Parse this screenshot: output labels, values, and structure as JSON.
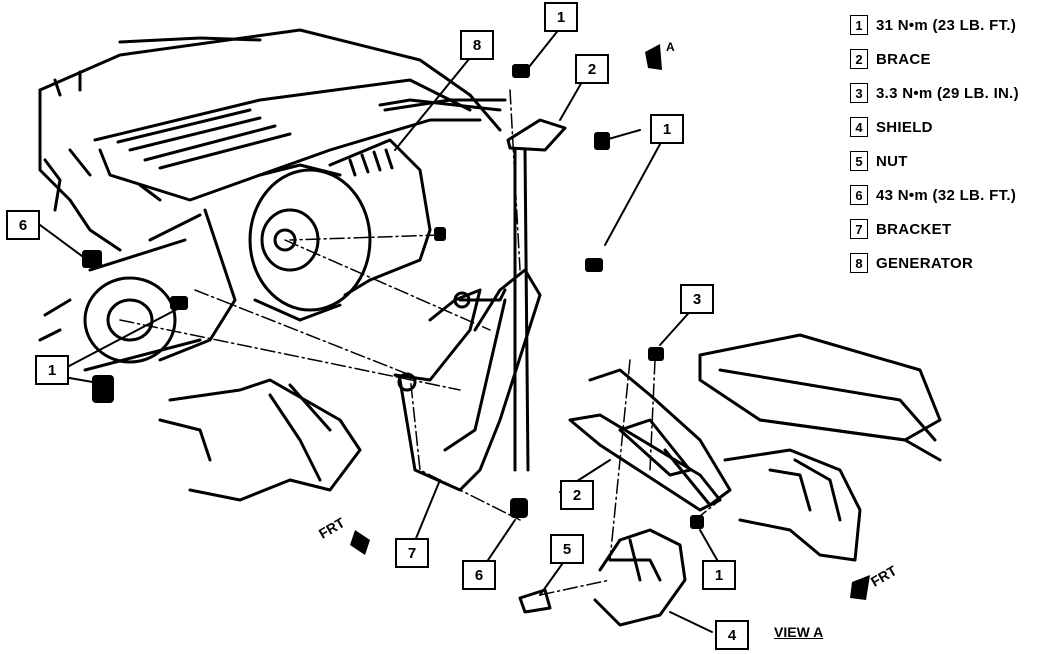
{
  "legend": [
    {
      "num": "1",
      "text": "31 N•m (23 LB. FT.)"
    },
    {
      "num": "2",
      "text": "BRACE"
    },
    {
      "num": "3",
      "text": "3.3 N•m (29 LB. IN.)"
    },
    {
      "num": "4",
      "text": "SHIELD"
    },
    {
      "num": "5",
      "text": "NUT"
    },
    {
      "num": "6",
      "text": "43 N•m (32 LB. FT.)"
    },
    {
      "num": "7",
      "text": "BRACKET"
    },
    {
      "num": "8",
      "text": "GENERATOR"
    }
  ],
  "callouts": {
    "c1_top": "1",
    "c2_top": "2",
    "c1_right": "1",
    "c8": "8",
    "c6_left": "6",
    "c1_left": "1",
    "c3": "3",
    "c2_lower": "2",
    "c5": "5",
    "c7": "7",
    "c6_lower": "6",
    "c1_lower": "1",
    "c4": "4"
  },
  "labels": {
    "view_a_marker": "A",
    "frt_left": "FRT",
    "frt_right": "FRT",
    "view_a": "VIEW A"
  }
}
